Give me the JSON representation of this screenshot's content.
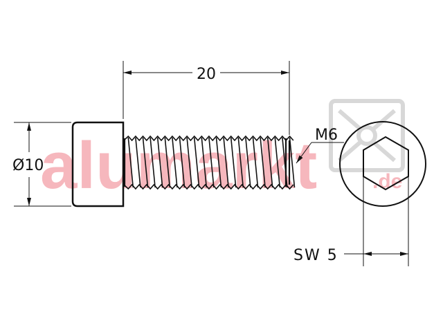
{
  "drawing": {
    "length_dim": "20",
    "diameter_dim": "Ø10",
    "thread_label": "M6",
    "wrench_size_label": "SW 5"
  },
  "watermark": {
    "text": "alumarkt",
    "suffix": ".de"
  },
  "colors": {
    "line": "#111111",
    "watermark": "#f4a0a8",
    "logo": "#d8d8d8"
  }
}
